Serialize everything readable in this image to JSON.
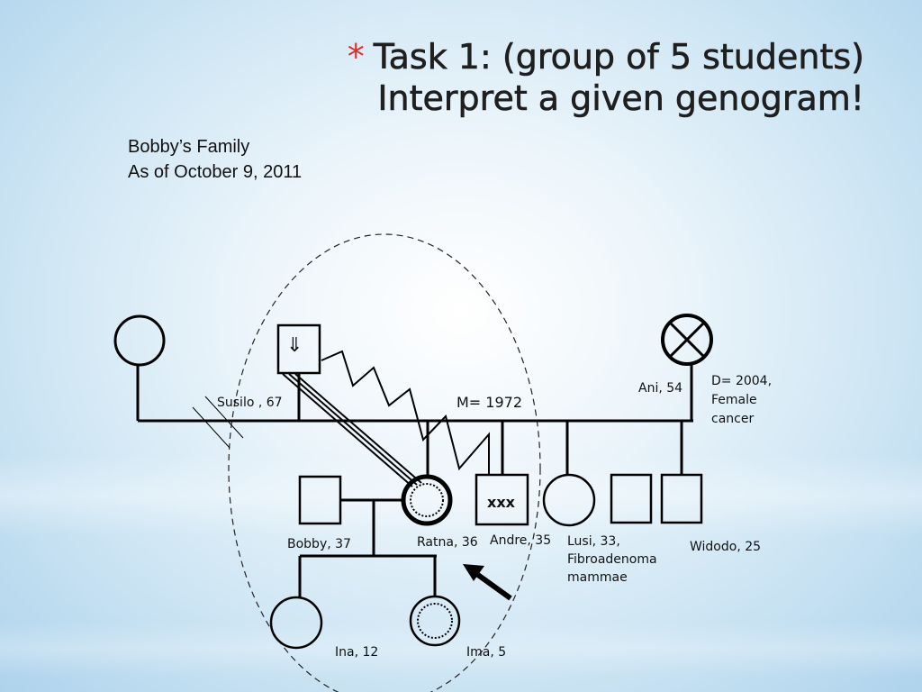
{
  "slide": {
    "title_star": "*",
    "title_line1": "Task 1: (group of 5 students)",
    "title_line2": "Interpret a given genogram!"
  },
  "genogram": {
    "family_title": "Bobby’s Family",
    "date_line": "As of October 9, 2011",
    "marriage": "M= 1972",
    "susilo": "Susilo , 67",
    "ani": "Ani, 54",
    "ani_death_1": "D= 2004,",
    "ani_death_2": "Female",
    "ani_death_3": "cancer",
    "andre_marker": "xxx",
    "bobby": "Bobby, 37",
    "ratna": "Ratna, 36",
    "andre": "Andre, 35",
    "lusi_1": "Lusi, 33,",
    "lusi_2": "Fibroadenoma",
    "lusi_3": "mammae",
    "widodo": "Widodo, 25",
    "ina": "Ina, 12",
    "ima": "Ima, 5",
    "susilo_symbol": "⇓"
  }
}
